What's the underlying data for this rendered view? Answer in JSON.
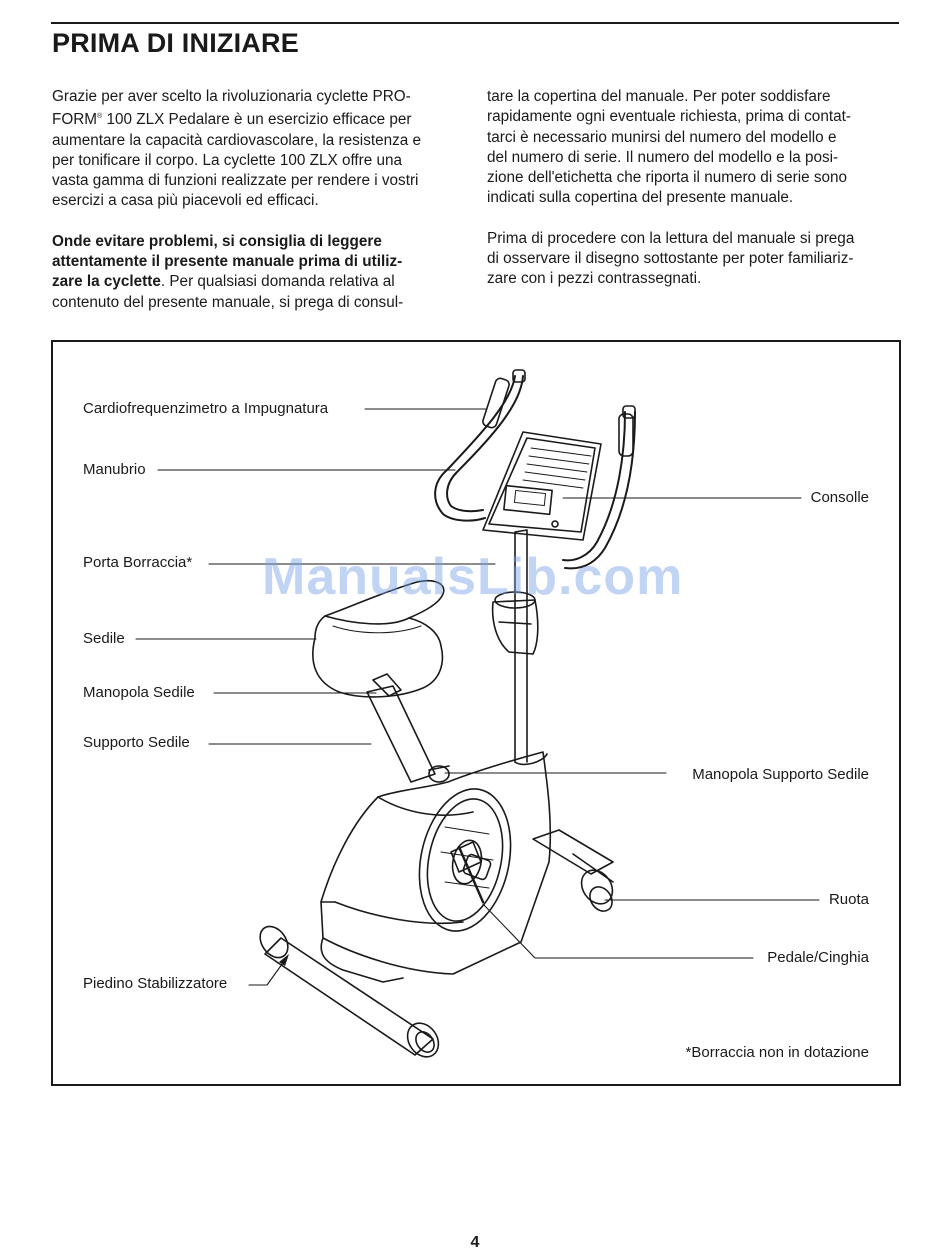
{
  "header": {
    "title": "PRIMA DI INIZIARE"
  },
  "intro": {
    "left_p1": [
      "Grazie per aver scelto la rivoluzionaria cyclette PRO-",
      "FORM",
      "®",
      " 100 ZLX Pedalare è un esercizio efficace per",
      "aumentare la capacità cardiovascolare, la resistenza e",
      "per tonificare il corpo. La cyclette 100 ZLX offre una",
      "vasta gamma di funzioni realizzate per rendere i vostri",
      "esercizi a casa più piacevoli ed efficaci."
    ],
    "left_p2_bold": [
      "Onde evitare problemi, si consiglia di leggere",
      "attentamente il presente manuale prima di utiliz-",
      "zare la cyclette"
    ],
    "left_p2_rest": [
      ". Per qualsiasi domanda relativa al",
      "contenuto del presente manuale, si prega di consul-"
    ],
    "right_p1": [
      "tare la copertina del manuale. Per poter soddisfare",
      "rapidamente ogni eventuale richiesta, prima di contat-",
      "tarci è necessario munirsi del numero del modello e",
      "del numero di serie. Il numero del modello e la posi-",
      "zione dell'etichetta che riporta il numero di serie sono",
      "indicati sulla copertina del presente manuale."
    ],
    "right_p2": [
      "Prima di procedere con la lettura del manuale si prega",
      "di osservare il disegno sottostante per poter familiariz-",
      "zare con i pezzi contrassegnati."
    ]
  },
  "diagram": {
    "labels": {
      "pulse": "Cardiofrequenzimetro a Impugnatura",
      "handlebar": "Manubrio",
      "bottle_holder": "Porta Borraccia*",
      "seat": "Sedile",
      "seat_knob": "Manopola Sedile",
      "seat_post": "Supporto Sedile",
      "stabilizer": "Piedino Stabilizzatore",
      "console": "Consolle",
      "seat_post_knob": "Manopola Supporto Sedile",
      "wheel": "Ruota",
      "pedal": "Pedale/Cinghia"
    },
    "footnote": "*Borraccia non in dotazione"
  },
  "watermark": "ManualsLib.com",
  "footer": {
    "page_number": "4"
  },
  "colors": {
    "text": "#1a1a1a",
    "watermark": "#7ea6e8"
  },
  "icons": {
    "bike": "exercise-bike-illustration"
  }
}
